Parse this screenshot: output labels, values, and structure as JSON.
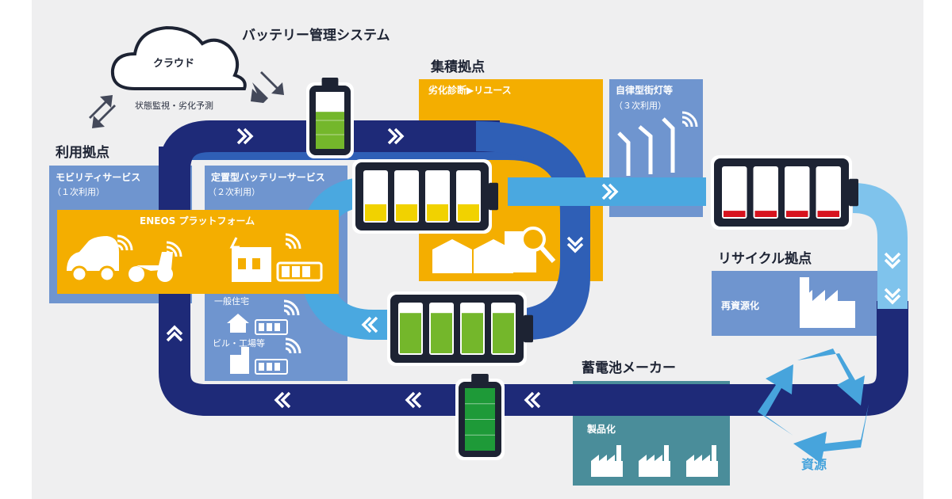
{
  "cloud": {
    "label": "クラウド",
    "caption": "状態監視・劣化予測"
  },
  "battery_mgmt_title": "バッテリー管理システム",
  "usage_base": {
    "title": "利用拠点",
    "mobility": {
      "title": "モビリティサービス",
      "sub": "（１次利用）"
    },
    "stationary": {
      "title": "定置型バッテリーサービス",
      "sub": "（２次利用）",
      "home": "一般住宅",
      "building": "ビル・工場等"
    },
    "platform": "ENEOS プラットフォーム"
  },
  "collection_base": {
    "title": "集積拠点",
    "sub": "劣化診断▶リユース"
  },
  "streetlight": {
    "title": "自律型街灯等",
    "sub": "（３次利用）"
  },
  "recycle_base": {
    "title": "リサイクル拠点",
    "label": "再資源化"
  },
  "maker": {
    "title": "蓄電池メーカー",
    "label": "製品化"
  },
  "resource": "資源",
  "colors": {
    "navy": "#1e2a78",
    "blue": "#2f5fb6",
    "light_blue": "#4aa8e0",
    "orange": "#f4ae00",
    "panel_blue": "#6f95cf",
    "teal": "#4a8d9a",
    "battery_green": "#74b72b",
    "battery_dark_green": "#1e9a38",
    "battery_yellow": "#f1d200",
    "battery_red": "#d7131e",
    "recycle": "#47a4dc"
  },
  "batteries": [
    {
      "id": "top",
      "level": 0.65,
      "color": "#74b72b"
    },
    {
      "id": "center-top",
      "level": 0.35,
      "color": "#f1d200"
    },
    {
      "id": "center-bottom",
      "level": 0.8,
      "color": "#74b72b"
    },
    {
      "id": "right",
      "level": 0.15,
      "color": "#d7131e"
    },
    {
      "id": "bottom",
      "level": 1.0,
      "color": "#1e9a38"
    }
  ]
}
